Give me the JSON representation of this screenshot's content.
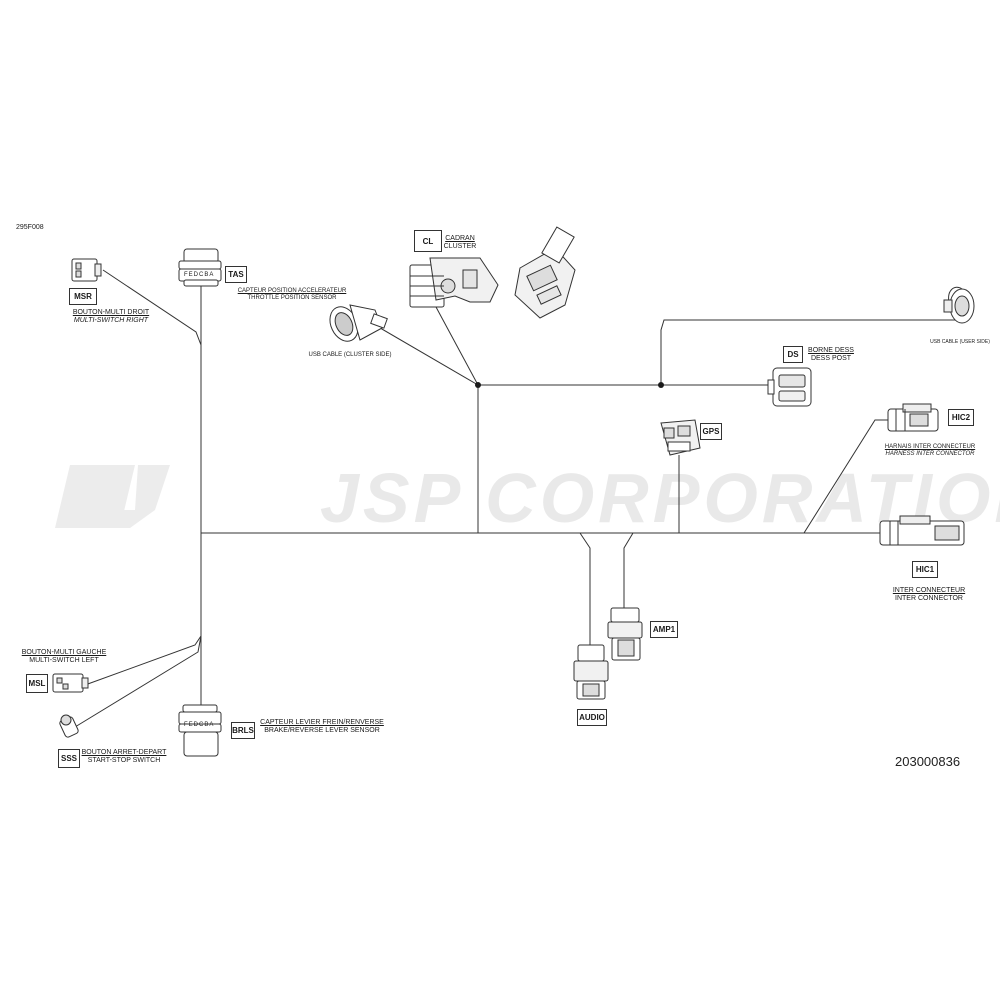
{
  "diagram_code": "295F008",
  "part_number": "203000836",
  "watermark": "JSP CORPORATION",
  "connectors": {
    "msr": {
      "code": "MSR",
      "label_fr": "BOUTON-MULTI DROIT",
      "label_en": "MULTI-SWITCH RIGHT"
    },
    "tas": {
      "code": "TAS",
      "pin_text": "FEDCBA",
      "label_fr": "CAPTEUR POSITION ACCELERATEUR",
      "label_en": "THROTTLE POSITION SENSOR"
    },
    "usb_cluster": {
      "label": "USB CABLE (CLUSTER SIDE)"
    },
    "cl": {
      "code": "CL",
      "label_fr": "CADRAN",
      "label_en": "CLUSTER"
    },
    "usb_user": {
      "label": "USB CABLE (USER SIDE)"
    },
    "ds": {
      "code": "DS",
      "label_fr": "BORNE DESS",
      "label_en": "DESS POST"
    },
    "gps": {
      "code": "GPS"
    },
    "hic2": {
      "code": "HIC2",
      "label_fr": "HARNAIS INTER CONNECTEUR",
      "label_en": "HARNESS INTER CONNECTOR"
    },
    "hic1": {
      "code": "HIC1",
      "label_fr": "INTER CONNECTEUR",
      "label_en": "INTER CONNECTOR"
    },
    "amp1": {
      "code": "AMP1"
    },
    "audio": {
      "code": "AUDIO"
    },
    "msl": {
      "code": "MSL",
      "label_fr": "BOUTON-MULTI GAUCHE",
      "label_en": "MULTI-SWITCH LEFT"
    },
    "sss": {
      "code": "SSS",
      "label_fr": "BOUTON ARRET-DEPART",
      "label_en": "START-STOP SWITCH"
    },
    "brls": {
      "code": "BRLS",
      "pin_text": "FEDCBA",
      "label_fr": "CAPTEUR LEVIER FREIN/RENVERSE",
      "label_en": "BRAKE/REVERSE LEVER SENSOR"
    }
  }
}
